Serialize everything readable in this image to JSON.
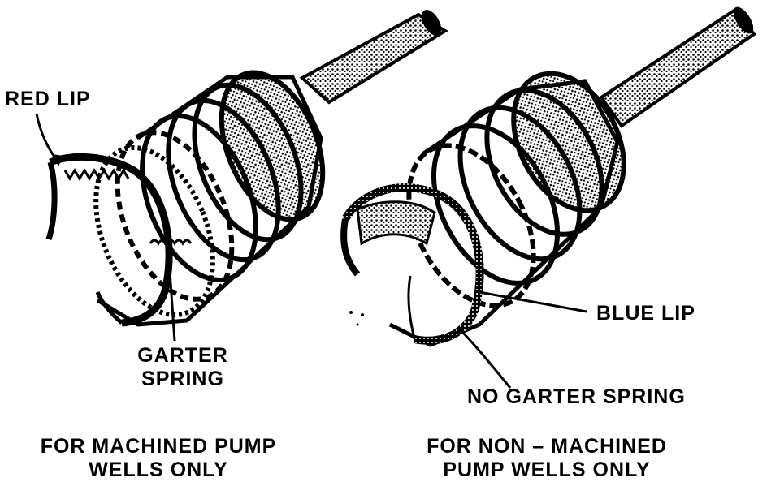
{
  "figure": {
    "left_assembly": {
      "lip_label": "RED LIP",
      "spring_label_line1": "GARTER",
      "spring_label_line2": "SPRING",
      "caption_line1": "FOR MACHINED PUMP",
      "caption_line2": "WELLS ONLY"
    },
    "right_assembly": {
      "lip_label": "BLUE LIP",
      "spring_label": "NO GARTER SPRING",
      "caption_line1": "FOR NON – MACHINED",
      "caption_line2": "PUMP WELLS ONLY"
    },
    "colors": {
      "ink": "#000000",
      "paper": "#ffffff"
    }
  }
}
